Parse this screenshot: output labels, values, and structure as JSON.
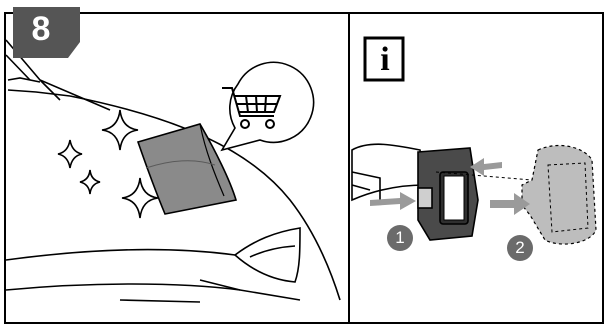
{
  "step": {
    "number": "8"
  },
  "info_panel": {
    "icon_letter": "i"
  },
  "callouts": [
    "1",
    "2"
  ],
  "icons": [
    "shopping-cart-icon",
    "sparkle-icon",
    "info-icon"
  ],
  "colors": {
    "badge_fill": "#555555",
    "panel_border": "#000000",
    "cloth": "#8a8a8a",
    "battery": "#4a4a4a",
    "arrow": "#9a9a9a"
  }
}
